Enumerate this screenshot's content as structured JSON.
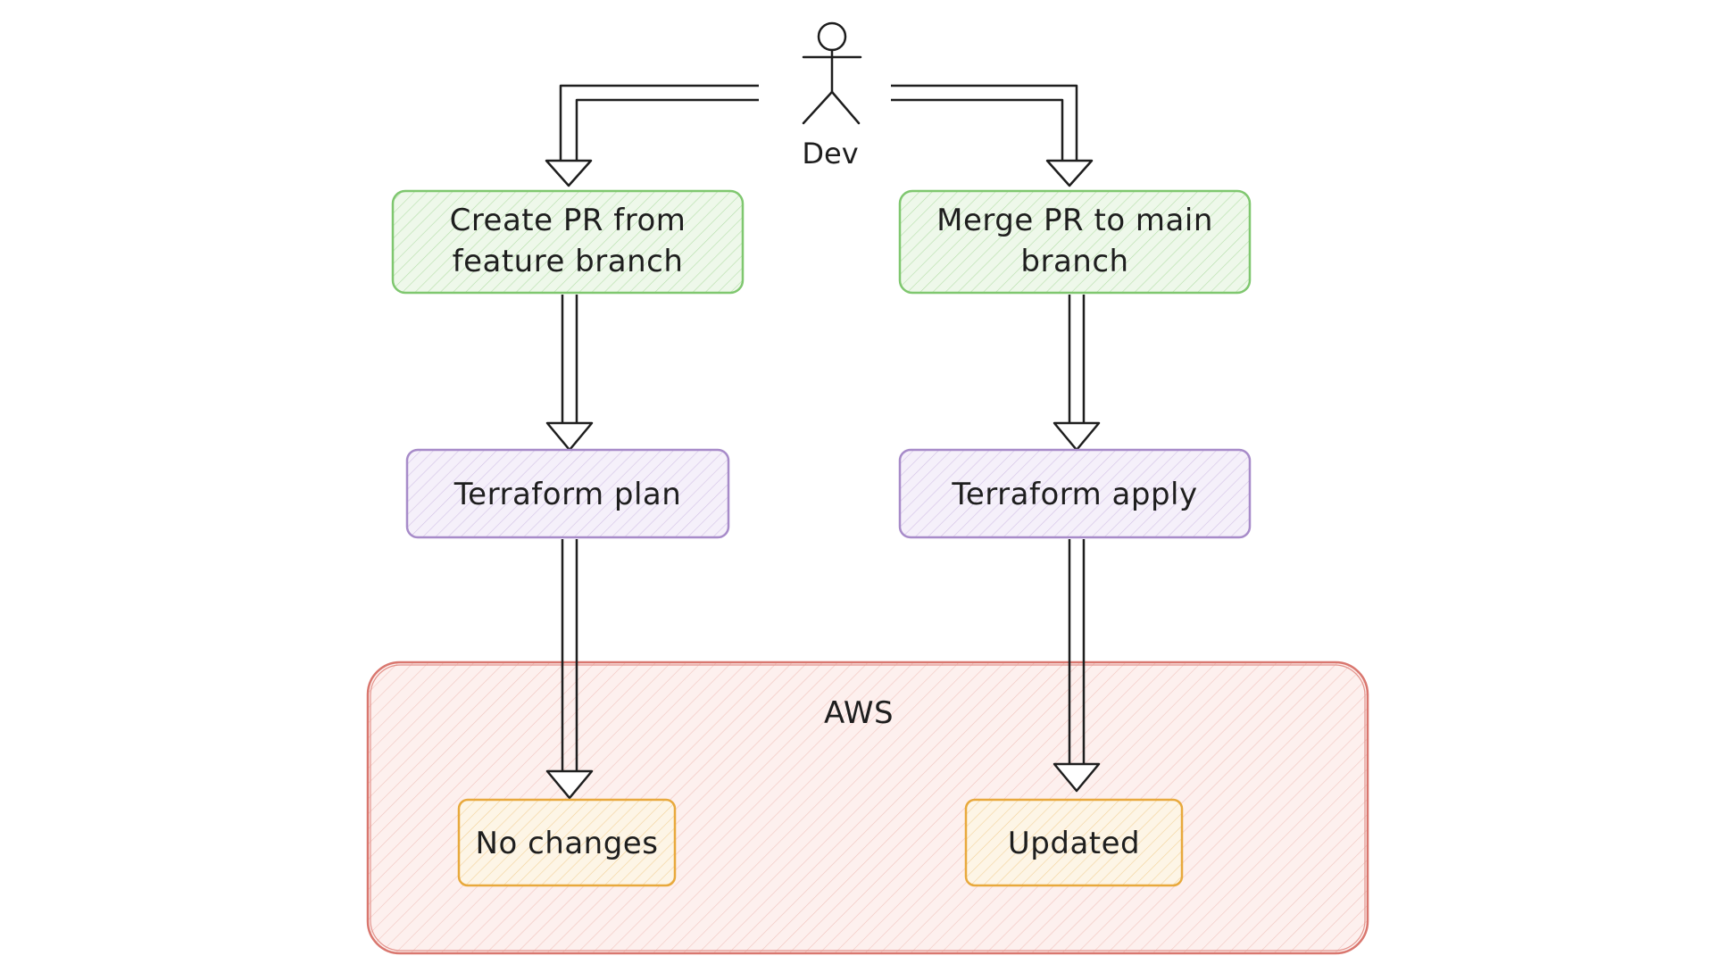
{
  "actor": {
    "label": "Dev"
  },
  "container": {
    "label": "AWS"
  },
  "nodes": {
    "create_pr": {
      "line1": "Create PR from",
      "line2": "feature branch"
    },
    "merge_pr": {
      "line1": "Merge PR to main",
      "line2": "branch"
    },
    "tf_plan": {
      "label": "Terraform plan"
    },
    "tf_apply": {
      "label": "Terraform apply"
    },
    "no_changes": {
      "label": "No changes"
    },
    "updated": {
      "label": "Updated"
    }
  },
  "colors": {
    "green_stroke": "#7fc76f",
    "green_fill": "#e9f6e4",
    "purple_stroke": "#a78bc9",
    "purple_fill": "#f1ebf8",
    "red_stroke": "#d9776f",
    "red_fill": "#fbe9e7",
    "orange_stroke": "#e8a93c",
    "orange_fill": "#fdf1dc",
    "ink": "#1e1e1e"
  }
}
